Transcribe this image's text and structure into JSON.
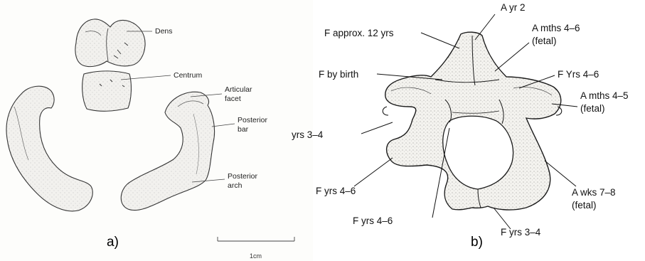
{
  "panel_a": {
    "letter": "a)",
    "labels": {
      "dens": "Dens",
      "centrum": "Centrum",
      "articular_facet_1": "Articular",
      "articular_facet_2": "facet",
      "posterior_bar_1": "Posterior",
      "posterior_bar_2": "bar",
      "posterior_arch_1": "Posterior",
      "posterior_arch_2": "arch"
    },
    "scale_bar": "1cm"
  },
  "panel_b": {
    "letter": "b)",
    "labels": {
      "a_yr_2": "A yr 2",
      "f_approx_12": "F approx. 12 yrs",
      "a_mths_4_6_1": "A mths 4–6",
      "a_mths_4_6_2": "(fetal)",
      "f_by_birth": "F by birth",
      "f_yrs_4_6_right": "F Yrs 4–6",
      "a_mths_4_5_1": "A mths 4–5",
      "a_mths_4_5_2": "(fetal)",
      "yrs_3_4": "yrs 3–4",
      "f_yrs_4_6_left": "F yrs 4–6",
      "a_wks_7_8_1": "A wks 7–8",
      "a_wks_7_8_2": "(fetal)",
      "f_yrs_4_6_bottom": "F yrs 4–6",
      "f_yrs_3_4": "F yrs 3–4"
    }
  },
  "colors": {
    "bone_fill": "#f3f1ec",
    "bone_stroke": "#1a1a1a",
    "stipple": "#6a6a6a",
    "leader": "#111111"
  }
}
